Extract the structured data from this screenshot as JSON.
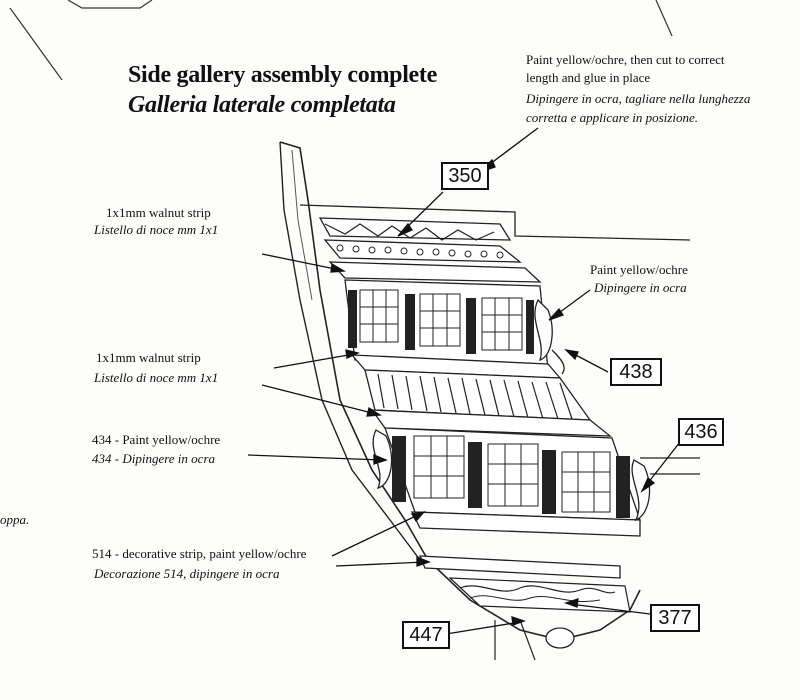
{
  "title": {
    "english": "Side gallery assembly complete",
    "italian": "Galleria laterale completata"
  },
  "notes": {
    "paint_top": {
      "line1": "Paint yellow/ochre, then cut to correct",
      "line2": "length and glue in place",
      "line3": "Dipingere in ocra, tagliare nella lunghezza",
      "line4": "corretta  e applicare in posizione."
    },
    "strip_upper": {
      "english": "1x1mm walnut strip",
      "italian": "Listello di noce mm 1x1"
    },
    "paint_right": {
      "english": "Paint yellow/ochre",
      "italian": "Dipingere in ocra"
    },
    "strip_middle": {
      "english": "1x1mm walnut strip",
      "italian": "Listello di noce mm 1x1"
    },
    "part_434": {
      "english": "434 - Paint yellow/ochre",
      "italian": "434 - Dipingere in ocra"
    },
    "part_514": {
      "english": "514 - decorative strip, paint yellow/ochre",
      "italian": "Decorazione 514, dipingere in ocra"
    },
    "cut_off": "oppa."
  },
  "part_numbers": {
    "p350": "350",
    "p438": "438",
    "p436": "436",
    "p377": "377",
    "p447": "447"
  }
}
